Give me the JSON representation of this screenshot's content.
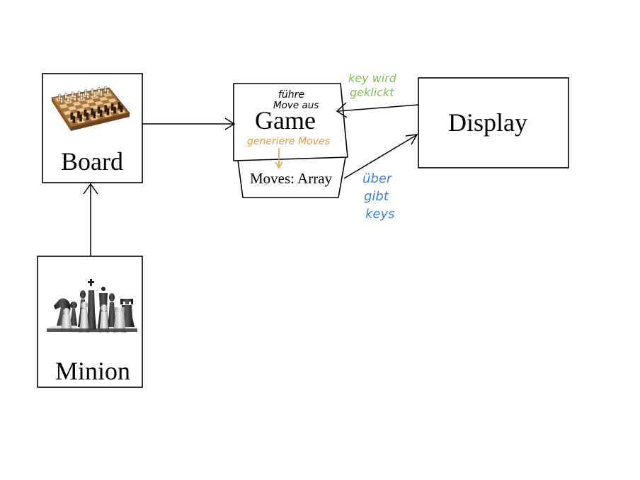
{
  "nodes": {
    "board": {
      "label": "Board"
    },
    "minion": {
      "label": "Minion"
    },
    "game": {
      "label": "Game"
    },
    "moves": {
      "label": "Moves: Array"
    },
    "display": {
      "label": "Display"
    }
  },
  "annotations": {
    "fuehre": {
      "line1": "führe",
      "line2": "Move aus"
    },
    "generiere": {
      "text": "generiere Moves"
    },
    "key_wird": {
      "line1": "key wird",
      "line2": "geklickt"
    },
    "uebergibt": {
      "line1": "über",
      "line2": "gibt",
      "line3": "keys"
    }
  },
  "images": {
    "board": "chessboard-image",
    "minion": "chess-pieces-image"
  },
  "colors": {
    "stroke": "#000000",
    "orange_annotation": "#e8963a",
    "green_annotation": "#7fbf4f",
    "blue_annotation": "#3f7fe0",
    "board_wood_light": "#e9c795",
    "board_wood_dark": "#a9743d",
    "board_frame": "#8a5a2b"
  }
}
